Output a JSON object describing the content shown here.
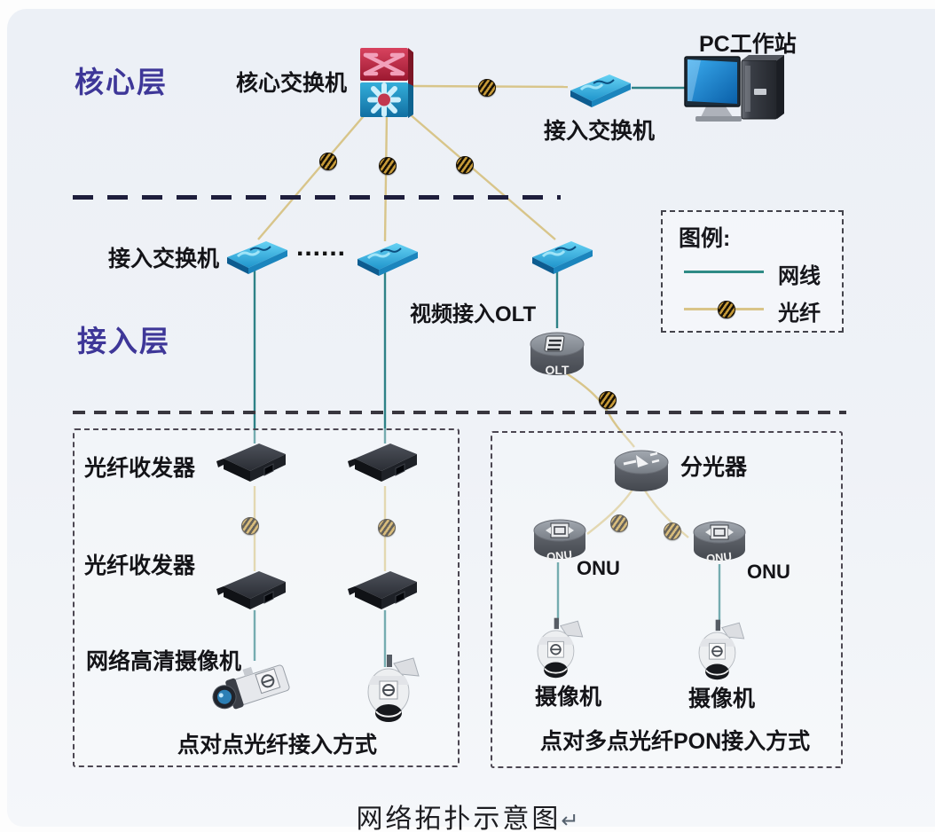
{
  "page": {
    "caption": "网络拓扑示意图",
    "caption_mark": "↵"
  },
  "layers": {
    "core": "核心层",
    "access": "接入层"
  },
  "top": {
    "core_switch_label": "核心交换机",
    "pc_label": "PC工作站",
    "access_switch_label": "接入交换机"
  },
  "middle": {
    "access_switch_label": "接入交换机",
    "ellipsis": "......",
    "olt_label": "视频接入OLT"
  },
  "devices": {
    "olt": "OLT",
    "onu": "ONU"
  },
  "legend": {
    "title": "图例:",
    "items": [
      {
        "label": "网线",
        "kind": "network-cable",
        "color": "#2e8b85"
      },
      {
        "label": "光纤",
        "kind": "fiber",
        "color": "#d9c488"
      }
    ]
  },
  "left_box": {
    "transceiver_label_1": "光纤收发器",
    "transceiver_label_2": "光纤收发器",
    "camera_label": "网络高清摄像机",
    "caption": "点对点光纤接入方式"
  },
  "right_box": {
    "splitter_label": "分光器",
    "onu_label_left": "ONU",
    "onu_label_right": "ONU",
    "camera_label_left": "摄像机",
    "camera_label_right": "摄像机",
    "caption": "点对多点光纤PON接入方式"
  },
  "colors": {
    "layer_label": "#3e3798",
    "fiber": "#d9c488",
    "network_cable": "#2e8b85",
    "switch_blue": "#29a3d8",
    "core_switch_red": "#b52440"
  }
}
